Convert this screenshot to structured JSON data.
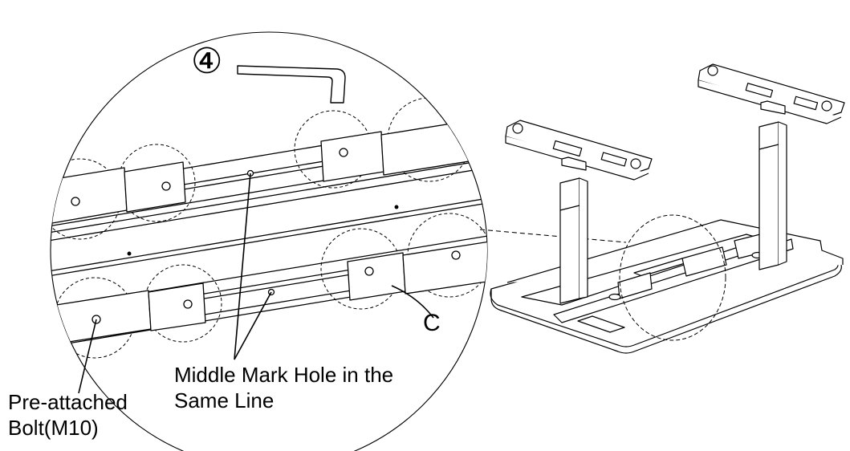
{
  "step_marker": "④",
  "labels": {
    "part_c": "C",
    "middle_hole_line1": "Middle Mark Hole in the",
    "middle_hole_line2": "Same Line",
    "bolt_line1": "Pre-attached",
    "bolt_line2": "Bolt(M10)"
  }
}
